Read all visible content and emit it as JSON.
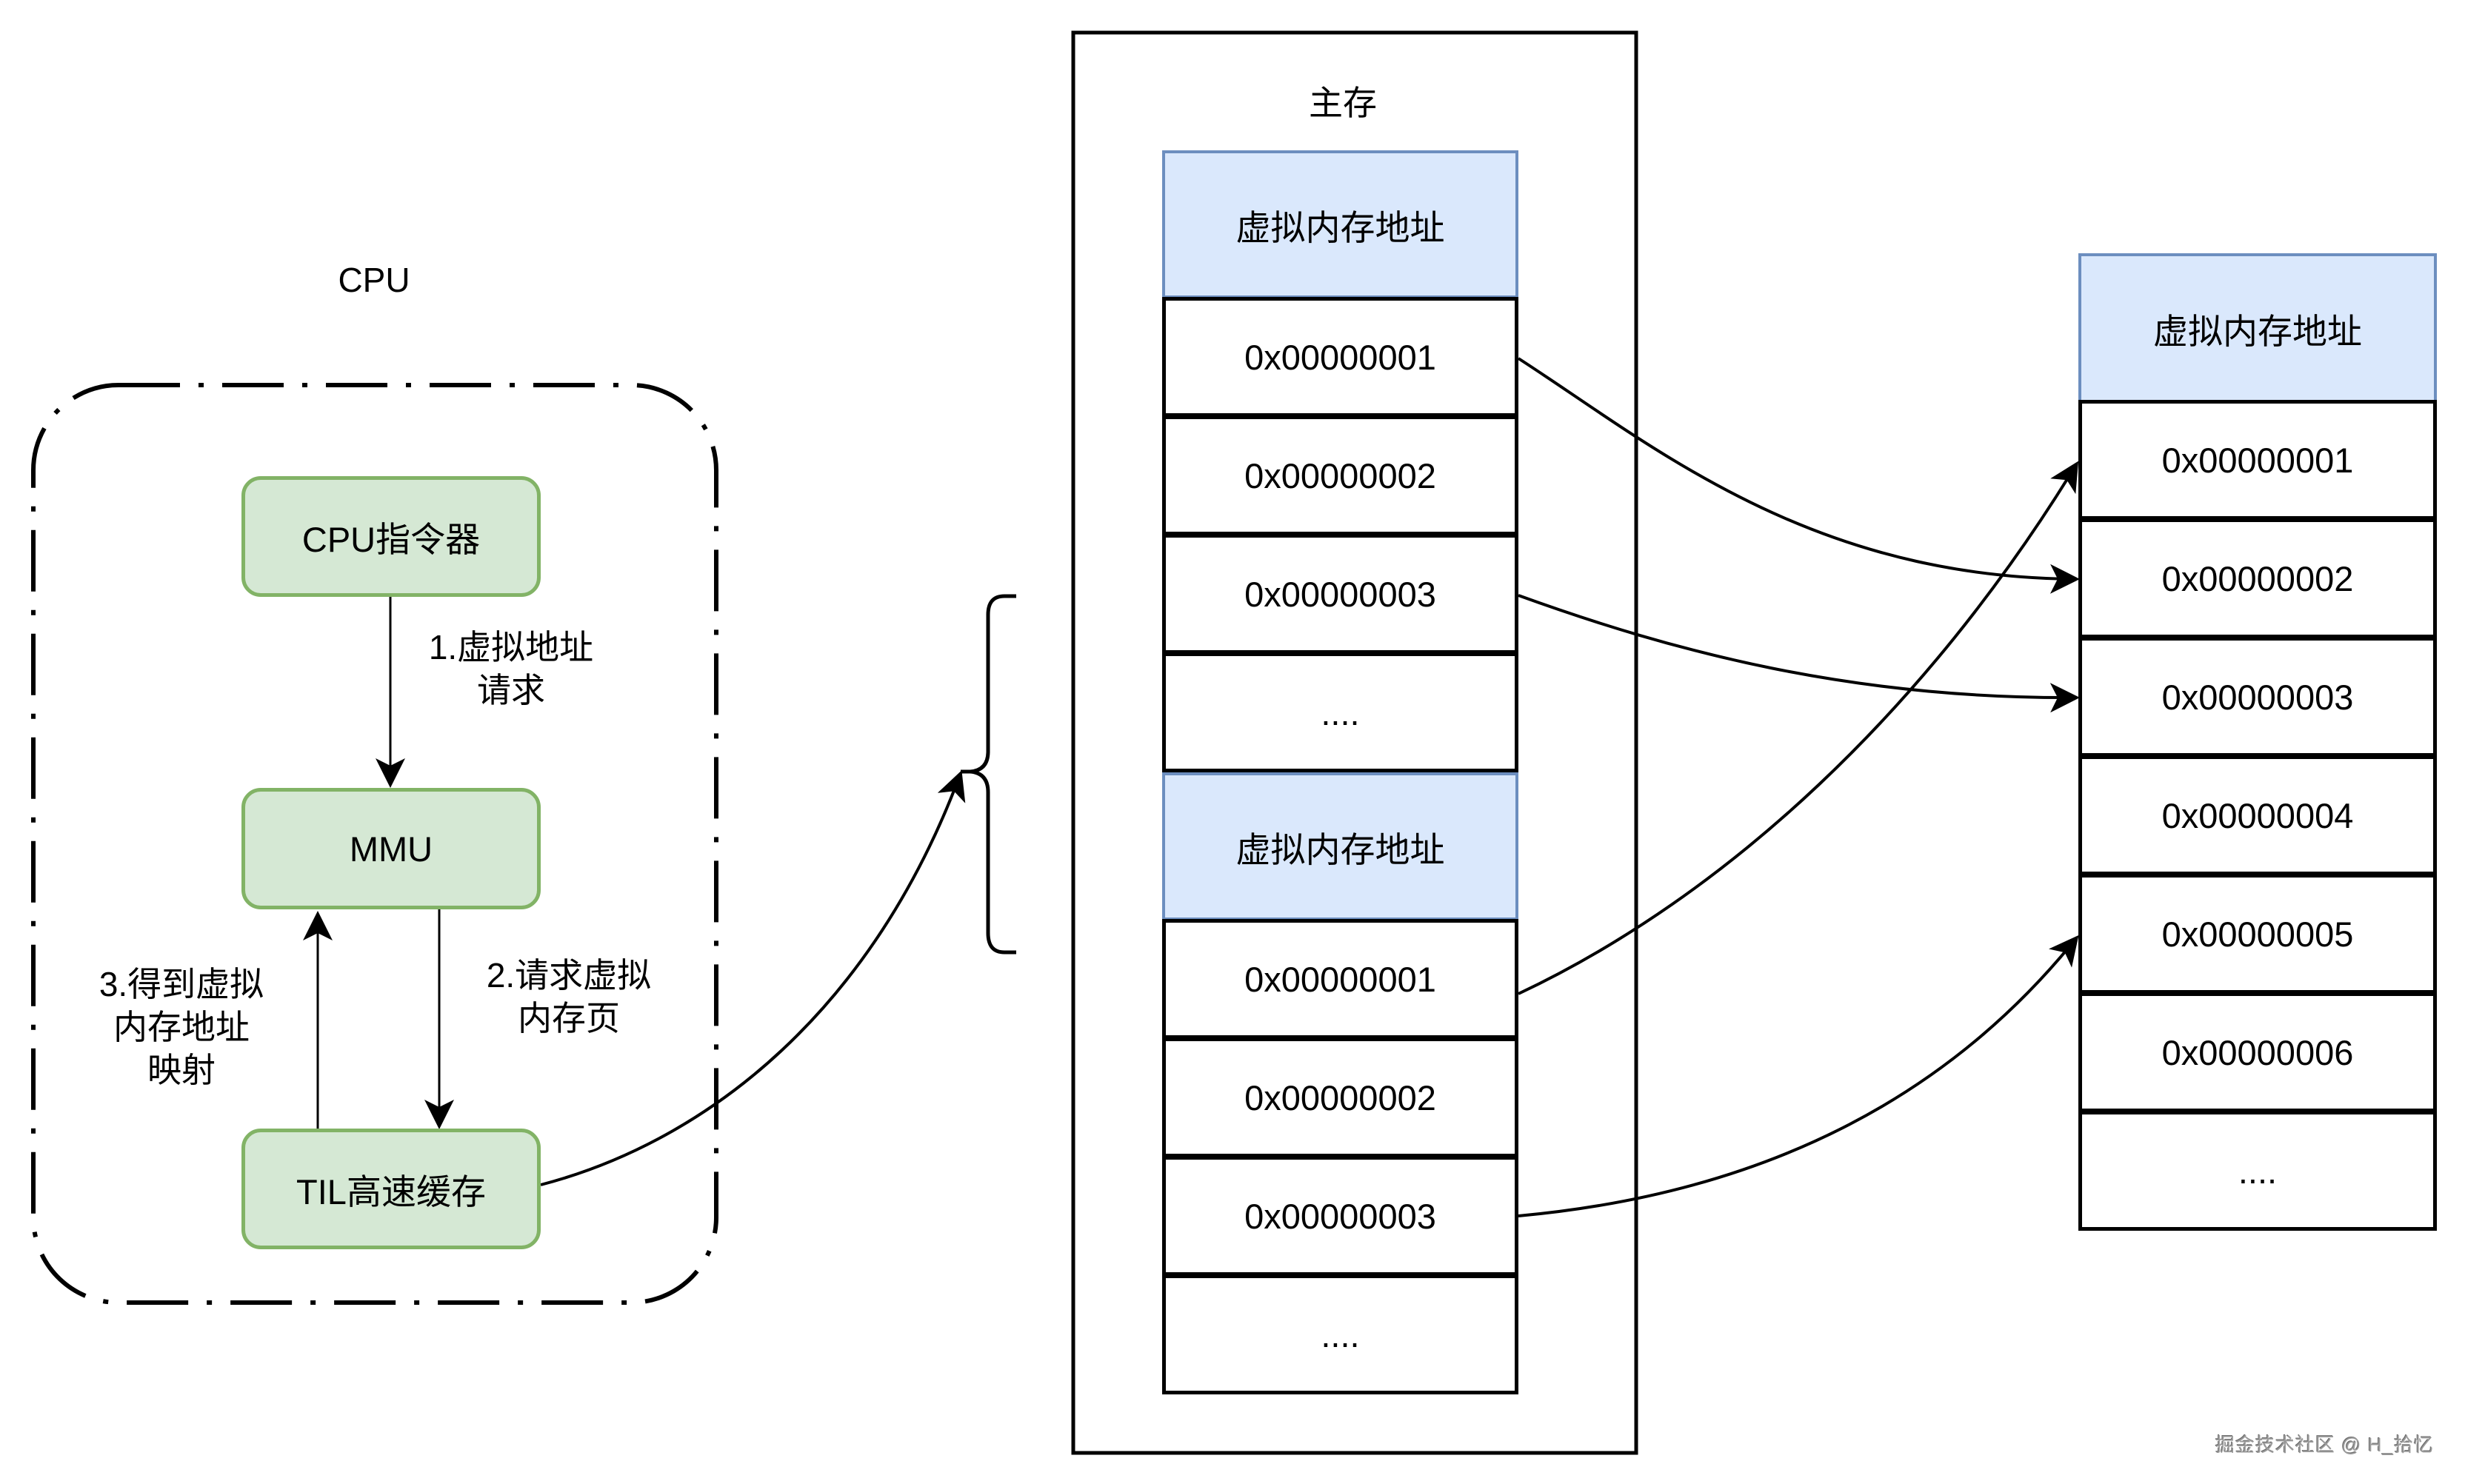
{
  "colors": {
    "green_fill": "#d5e8d4",
    "green_stroke": "#82b366",
    "blue_fill": "#dae8fc",
    "blue_stroke": "#6c8ebf",
    "line": "#000000"
  },
  "cpu": {
    "title": "CPU",
    "boxes": {
      "instruction": "CPU指令器",
      "mmu": "MMU",
      "tlb": "TIL高速缓存"
    },
    "edge_labels": {
      "step1": [
        "1.虚拟地址",
        "请求"
      ],
      "step2": [
        "2.请求虚拟",
        "内存页"
      ],
      "step3": [
        "3.得到虚拟",
        "内存地址",
        "映射"
      ]
    }
  },
  "main_memory": {
    "title": "主存",
    "groups": [
      {
        "header": "虚拟内存地址",
        "rows": [
          "0x00000001",
          "0x00000002",
          "0x00000003",
          "...."
        ]
      },
      {
        "header": "虚拟内存地址",
        "rows": [
          "0x00000001",
          "0x00000002",
          "0x00000003",
          "...."
        ]
      }
    ]
  },
  "target_table": {
    "header": "虚拟内存地址",
    "rows": [
      "0x00000001",
      "0x00000002",
      "0x00000003",
      "0x00000004",
      "0x00000005",
      "0x00000006",
      "...."
    ]
  },
  "mappings": [
    {
      "from_group": 0,
      "from_row": "0x00000001",
      "to_row": "0x00000002"
    },
    {
      "from_group": 0,
      "from_row": "0x00000003",
      "to_row": "0x00000003"
    },
    {
      "from_group": 1,
      "from_row": "0x00000001",
      "to_row": "0x00000001"
    },
    {
      "from_group": 1,
      "from_row": "0x00000003",
      "to_row": "0x00000005"
    }
  ],
  "watermark": "掘金技术社区 @ H_拾忆"
}
